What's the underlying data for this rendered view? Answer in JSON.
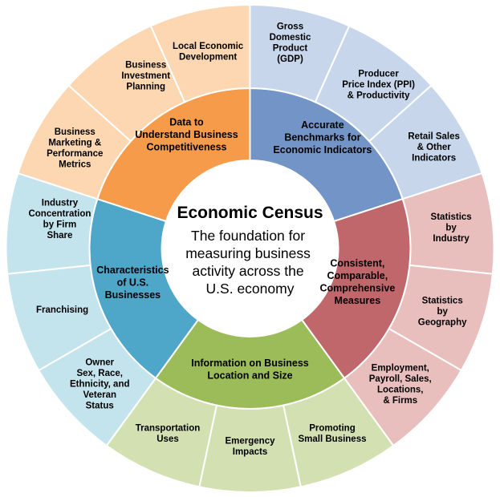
{
  "diagram": {
    "center": {
      "title": "Economic Census",
      "subtitle_lines": [
        "The foundation for",
        "measuring business",
        "activity across the",
        "U.S. economy"
      ]
    },
    "groups": [
      {
        "id": "economic-indicators",
        "inner_color": "#7294c6",
        "outer_color": "#c7d6ea",
        "inner_label_lines": [
          "Accurate",
          "Benchmarks for",
          "Economic Indicators"
        ],
        "outer_segments": [
          {
            "id": "gdp",
            "label_lines": [
              "Gross",
              "Domestic",
              "Product",
              "(GDP)"
            ]
          },
          {
            "id": "ppi-productivity",
            "label_lines": [
              "Producer",
              "Price Index  (PPI)",
              "& Productivity"
            ]
          },
          {
            "id": "retail-sales",
            "label_lines": [
              "Retail Sales",
              "& Other",
              "Indicators"
            ]
          }
        ]
      },
      {
        "id": "comprehensive-measures",
        "inner_color": "#c0676b",
        "outer_color": "#e9bfbd",
        "inner_label_lines": [
          "Consistent,",
          "Comparable,",
          "Comprehensive",
          "Measures"
        ],
        "outer_segments": [
          {
            "id": "statistics-by-industry",
            "label_lines": [
              "Statistics",
              "by",
              "Industry"
            ]
          },
          {
            "id": "statistics-by-geography",
            "label_lines": [
              "Statistics",
              "by",
              "Geography"
            ]
          },
          {
            "id": "employment-payroll",
            "label_lines": [
              "Employment,",
              "Payroll, Sales,",
              "Locations,",
              "& Firms"
            ]
          }
        ]
      },
      {
        "id": "business-location-size",
        "inner_color": "#9cbb59",
        "outer_color": "#d3e1b2",
        "inner_label_lines": [
          "Information on Business",
          "Location and Size"
        ],
        "outer_segments": [
          {
            "id": "promoting-small-business",
            "label_lines": [
              "Promoting",
              "Small Business"
            ]
          },
          {
            "id": "emergency-impacts",
            "label_lines": [
              "Emergency",
              "Impacts"
            ]
          },
          {
            "id": "transportation-uses",
            "label_lines": [
              "Transportation",
              "Uses"
            ]
          }
        ]
      },
      {
        "id": "characteristics-us-businesses",
        "inner_color": "#4ea6c8",
        "outer_color": "#c3e3ed",
        "inner_label_lines": [
          "Characteristics",
          "of  U.S.",
          "Businesses"
        ],
        "outer_segments": [
          {
            "id": "owner-demographics",
            "label_lines": [
              "Owner",
              "Sex, Race,",
              "Ethnicity, and",
              "Veteran",
              "Status"
            ]
          },
          {
            "id": "franchising",
            "label_lines": [
              "Franchising"
            ]
          },
          {
            "id": "industry-concentration",
            "label_lines": [
              "Industry",
              "Concentration",
              "by Firm",
              "Share"
            ]
          }
        ]
      },
      {
        "id": "business-competitiveness",
        "inner_color": "#f59b49",
        "outer_color": "#fcd7b1",
        "inner_label_lines": [
          "Data to",
          "Understand Business",
          "Competitiveness"
        ],
        "outer_segments": [
          {
            "id": "business-marketing-metrics",
            "label_lines": [
              "Business",
              "Marketing &",
              "Performance",
              "Metrics"
            ]
          },
          {
            "id": "business-investment-planning",
            "label_lines": [
              "Business",
              "Investment",
              "Planning"
            ]
          },
          {
            "id": "local-economic-development",
            "label_lines": [
              "Local Economic",
              "Development"
            ]
          }
        ]
      }
    ]
  }
}
